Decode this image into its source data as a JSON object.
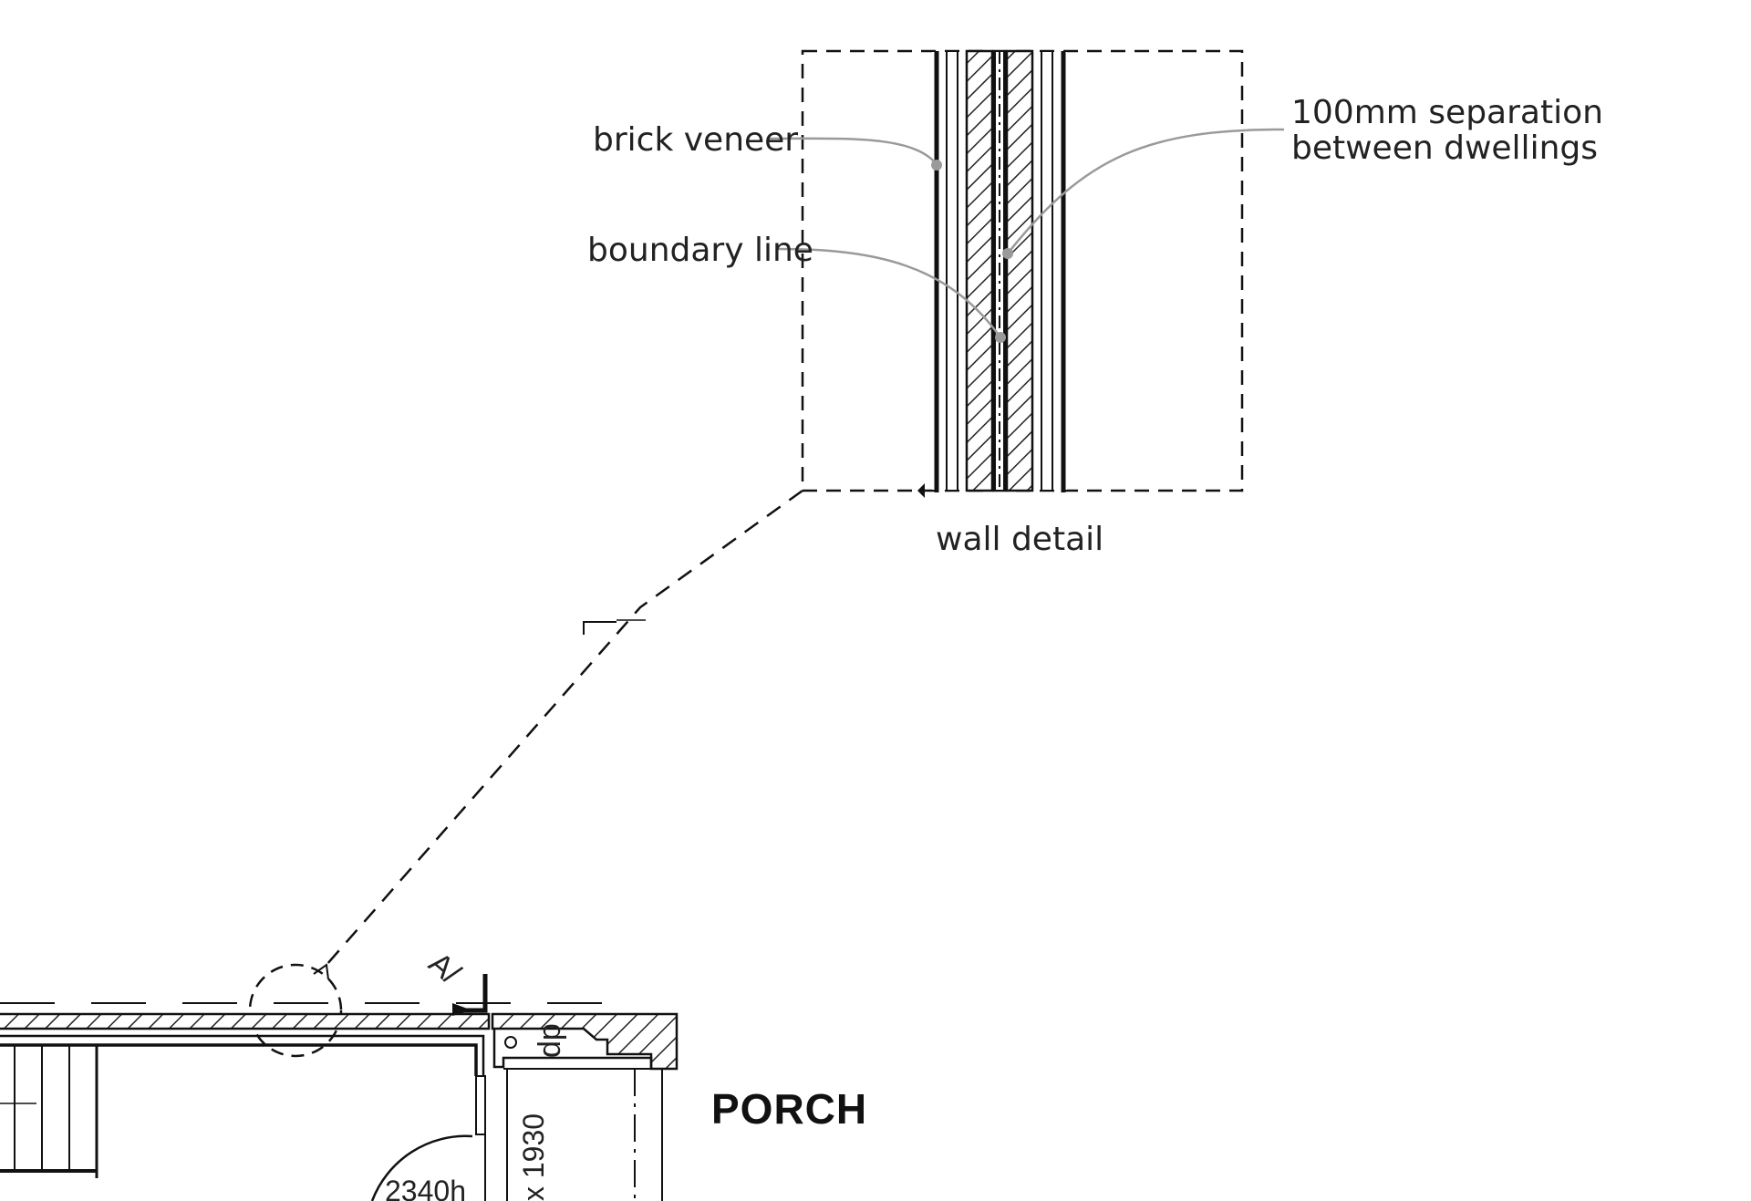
{
  "labels": {
    "brick_veneer": "brick veneer",
    "boundary_line": "boundary line",
    "separation_line1": "100mm separation",
    "separation_line2": "between dwellings",
    "wall_detail": "wall detail",
    "porch": "PORCH",
    "window_dim": "x 1930",
    "door_height": "2340h",
    "section_marker": "A/",
    "door_tag": "dp"
  },
  "colors": {
    "line": "#111111",
    "leader": "#9a9a9a",
    "hatch": "#222222"
  }
}
